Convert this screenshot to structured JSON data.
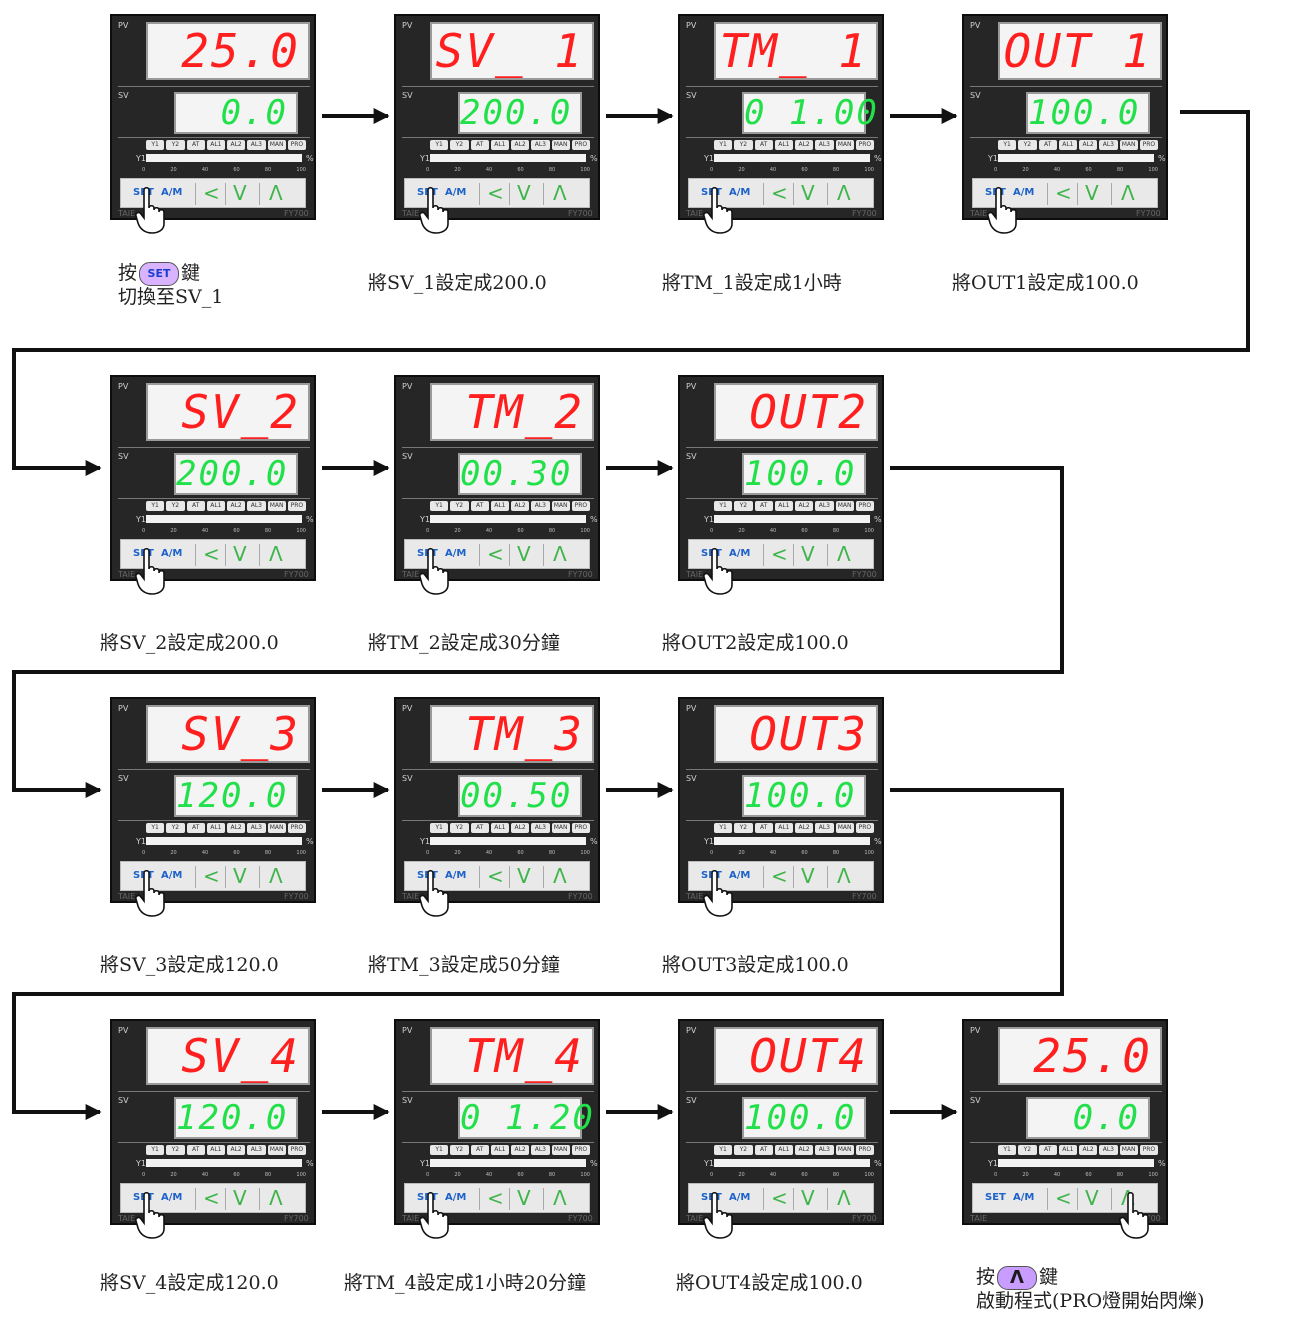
{
  "panel_labels": {
    "pv": "PV",
    "sv": "SV",
    "y1": "Y1",
    "percent": "%",
    "set_key": "SET",
    "am_key": "A/M",
    "left_key": "<",
    "down_key": "V",
    "up_key": "Λ",
    "model_left": "TAIE",
    "model_right": "FY700",
    "leds": [
      "Y1",
      "Y2",
      "AT",
      "AL1",
      "AL2",
      "AL3",
      "MAN",
      "PRO"
    ],
    "bar_ticks": [
      "0",
      "20",
      "40",
      "60",
      "80",
      "100"
    ]
  },
  "steps": [
    {
      "pv": "25.0",
      "sv": "0.0",
      "press": "set",
      "caption_prefix": "按",
      "caption_key": "SET",
      "caption_suffix": "鍵",
      "caption_line2": "切換至SV_1"
    },
    {
      "pv": "SV_ 1",
      "sv": "200.0",
      "press": "set",
      "caption": "將SV_1設定成200.0"
    },
    {
      "pv": "TM_ 1",
      "sv": "0 1.00",
      "press": "set",
      "caption": "將TM_1設定成1小時"
    },
    {
      "pv": "OUT 1",
      "sv": "100.0",
      "press": "set",
      "caption": "將OUT1設定成100.0"
    },
    {
      "pv": "SV_2",
      "sv": "200.0",
      "press": "set",
      "caption": "將SV_2設定成200.0"
    },
    {
      "pv": "TM_2",
      "sv": "00.30",
      "press": "set",
      "caption": "將TM_2設定成30分鐘"
    },
    {
      "pv": "OUT2",
      "sv": "100.0",
      "press": "set",
      "caption": "將OUT2設定成100.0"
    },
    {
      "pv": "SV_3",
      "sv": "120.0",
      "press": "set",
      "caption": "將SV_3設定成120.0"
    },
    {
      "pv": "TM_3",
      "sv": "00.50",
      "press": "set",
      "caption": "將TM_3設定成50分鐘"
    },
    {
      "pv": "OUT3",
      "sv": "100.0",
      "press": "set",
      "caption": "將OUT3設定成100.0"
    },
    {
      "pv": "SV_4",
      "sv": "120.0",
      "press": "set",
      "caption": "將SV_4設定成120.0"
    },
    {
      "pv": "TM_4",
      "sv": "0 1.20",
      "press": "set",
      "caption": "將TM_4設定成1小時20分鐘"
    },
    {
      "pv": "OUT4",
      "sv": "100.0",
      "press": "set",
      "caption": "將OUT4設定成100.0"
    },
    {
      "pv": "25.0",
      "sv": "0.0",
      "press": "up",
      "caption_prefix": "按",
      "caption_key": "Λ",
      "caption_suffix": "鍵",
      "caption_line2": "啟動程式(PRO燈開始閃爍)"
    }
  ],
  "colors": {
    "panel_body": "#262626",
    "display_bg": "#f4f4f4",
    "pv_digits": "#ff1f1f",
    "sv_digits": "#22e04a",
    "set_key": "#1d62c9",
    "arrow_keys": "#3fb44a",
    "key_highlight": "#d9b3ff",
    "arrow": "#111111"
  }
}
